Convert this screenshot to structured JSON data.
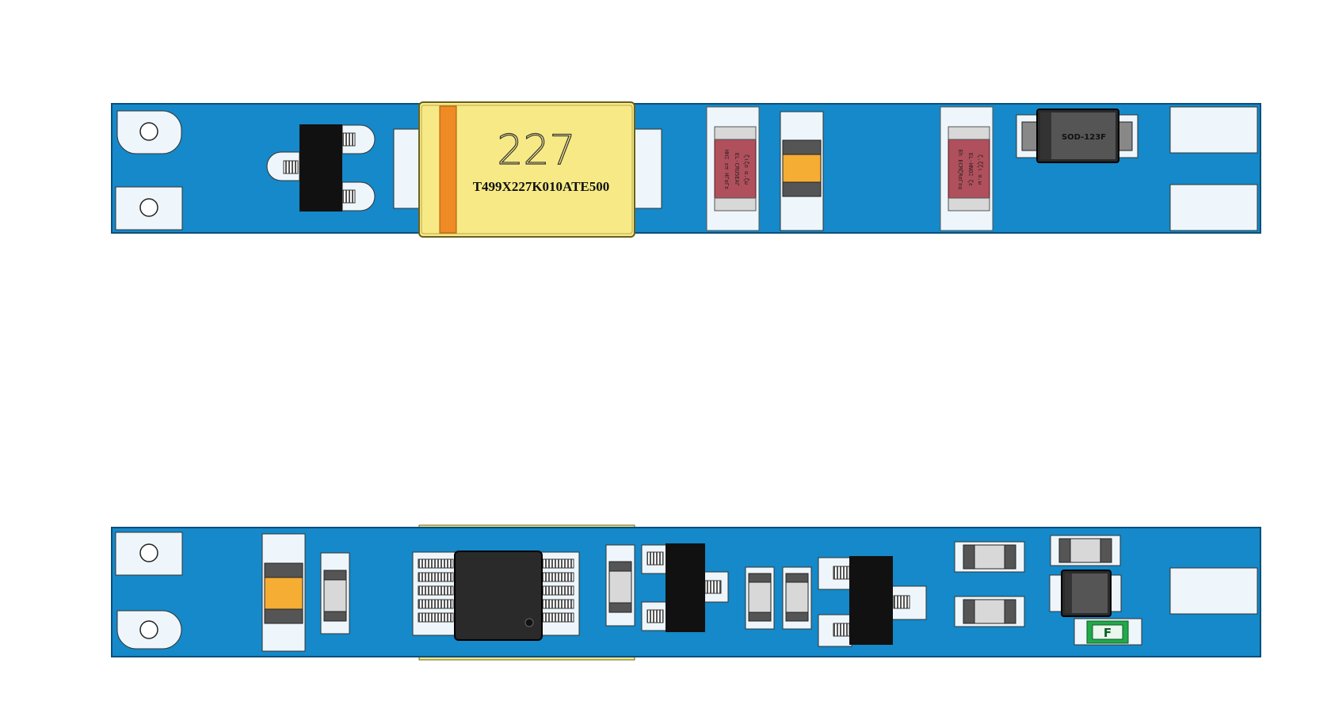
{
  "title": "",
  "colors": {
    "board": "#1589c9",
    "board_edge": "#0b4f7a",
    "pad": "#eef6fb",
    "tantalum_body": "#f7ea86",
    "tantalum_band": "#f08a24",
    "cylinder": "#b0505c",
    "cap_orange": "#f5ad33",
    "ic_black": "#111111",
    "ic_dark": "#2a2a2a",
    "fuse_green": "#22a84a"
  },
  "views": {
    "top": {
      "tantalum_value": "227",
      "tantalum_code": "T499X227K010ATE500",
      "sod_label": "SOD-123F",
      "cyl1_lines": [
        "ΗΗΞ επ ΗΓαΓε",
        "EL-CRU5ΕΑΓ",
        "ζιζο α.ζω"
      ],
      "cyl2_lines": [
        "Eh ECMζRσΓεα",
        "EL-ΗΝΟΞ ζε",
        "ζ.ζζι α.ω"
      ]
    },
    "bottom": {
      "fuse_label": "F"
    }
  }
}
